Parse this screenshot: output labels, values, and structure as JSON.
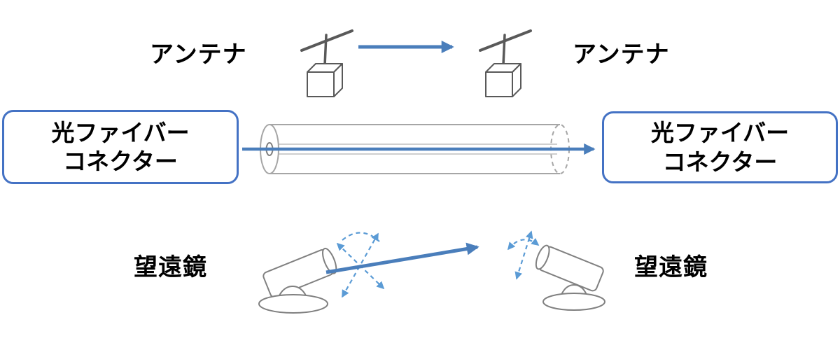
{
  "diagram": {
    "top": {
      "label_left": "アンテナ",
      "label_right": "アンテナ"
    },
    "middle": {
      "box_left_line1": "光ファイバー",
      "box_left_line2": "コネクター",
      "box_right_line1": "光ファイバー",
      "box_right_line2": "コネクター"
    },
    "bottom": {
      "label_left": "望遠鏡",
      "label_right": "望遠鏡"
    }
  },
  "icons": {
    "antenna_left": "antenna-icon",
    "antenna_right": "antenna-icon",
    "fiber_tube": "fiber-tube-icon",
    "telescope_left": "telescope-icon",
    "telescope_right": "telescope-icon"
  },
  "colors": {
    "arrow_blue": "#4a7ebb",
    "dashed_arrow_blue": "#5b9bd5",
    "box_border_blue": "#4472c4",
    "icon_outline_gray": "#808080",
    "antenna_outline_gray": "#595959",
    "text_black": "#000000"
  }
}
